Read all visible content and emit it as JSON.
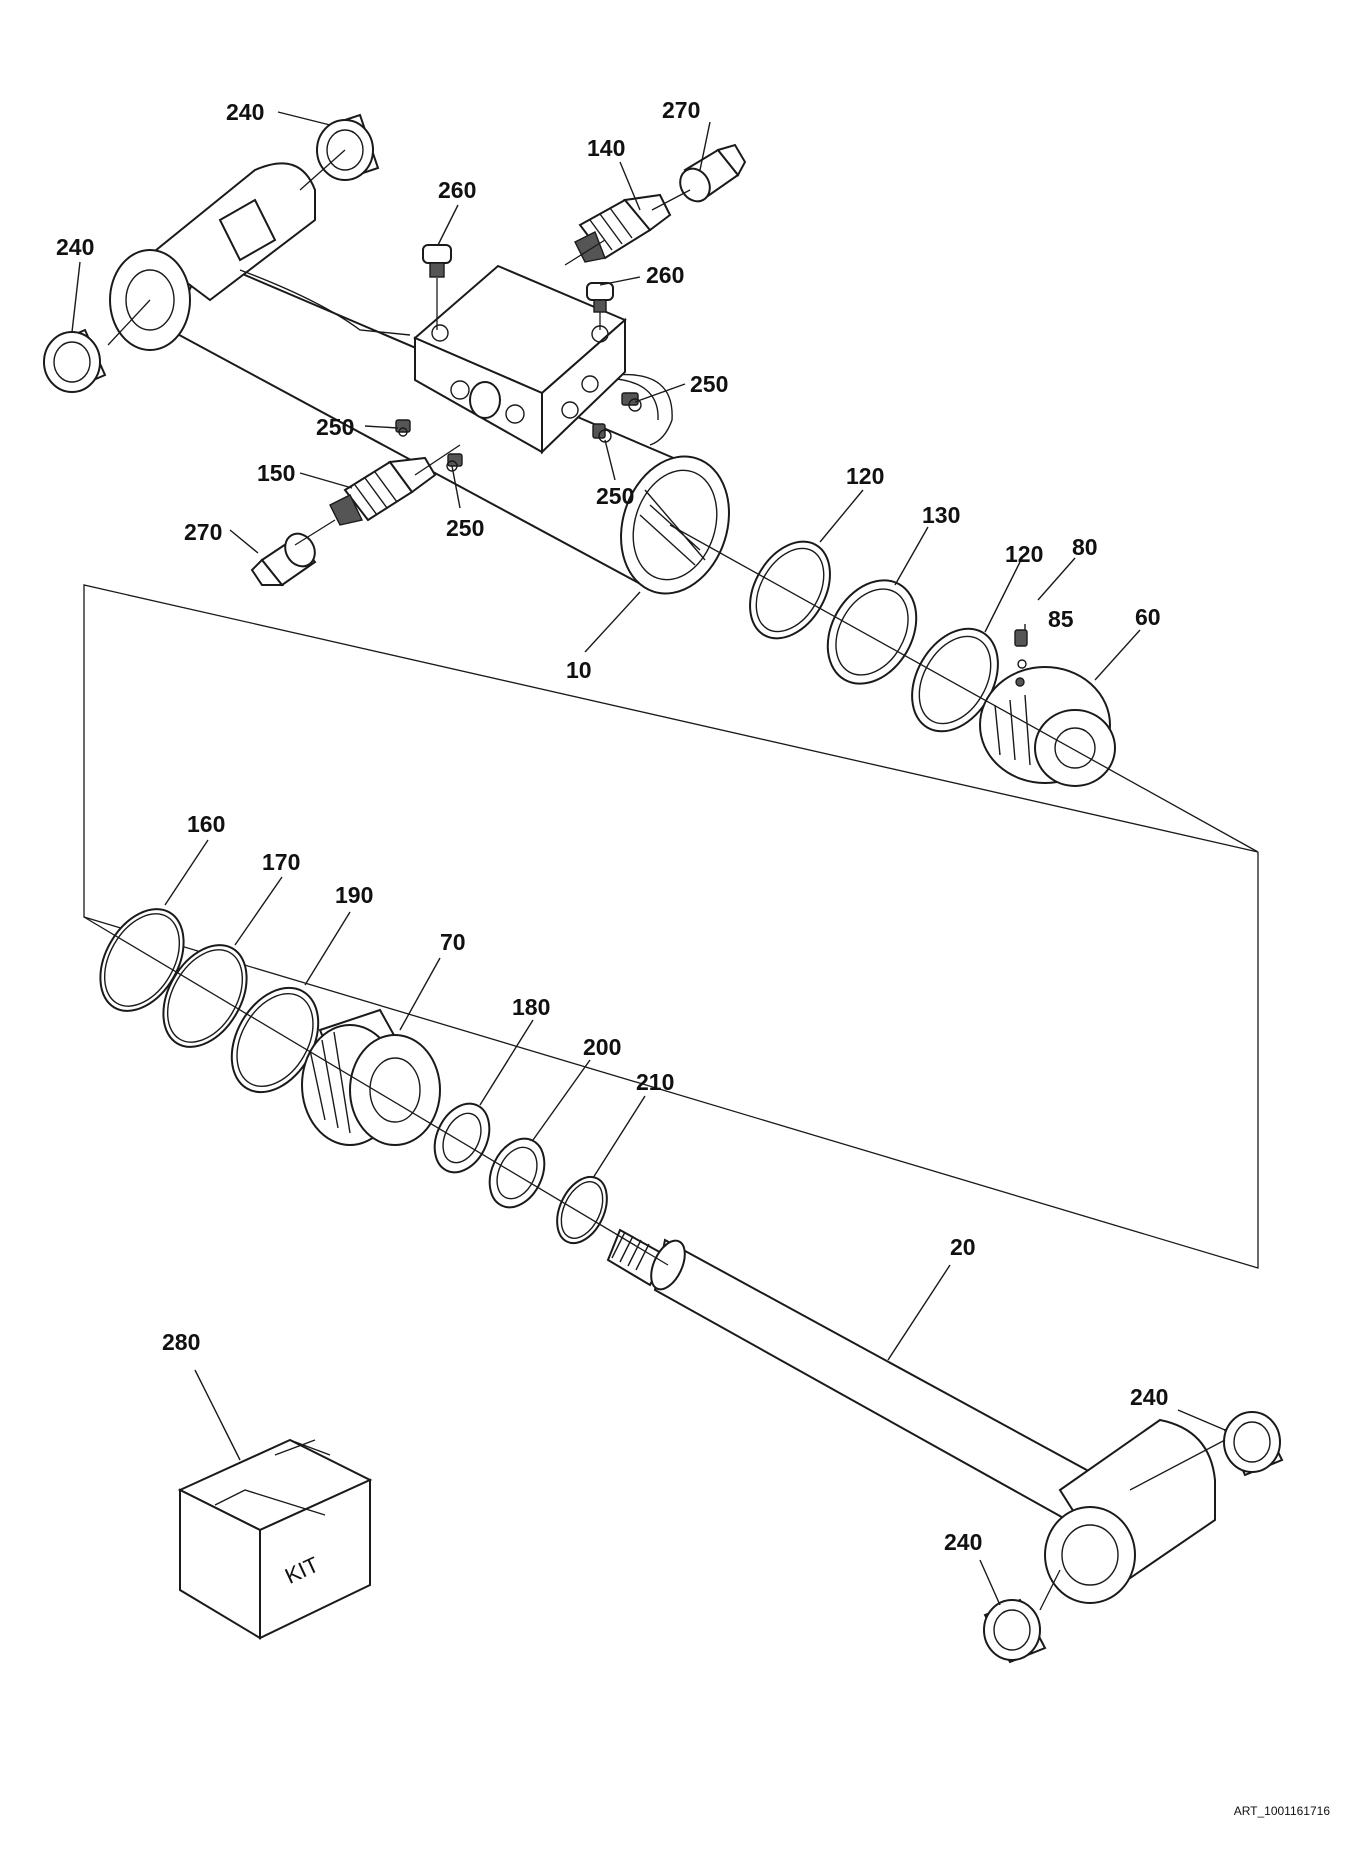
{
  "art_id": "ART_1001161716",
  "kit_label": "KIT",
  "callouts": [
    {
      "id": "c240a",
      "text": "240"
    },
    {
      "id": "c270a",
      "text": "270"
    },
    {
      "id": "c140",
      "text": "140"
    },
    {
      "id": "c260a",
      "text": "260"
    },
    {
      "id": "c240b",
      "text": "240"
    },
    {
      "id": "c260b",
      "text": "260"
    },
    {
      "id": "c250a",
      "text": "250"
    },
    {
      "id": "c250b",
      "text": "250"
    },
    {
      "id": "c150",
      "text": "150"
    },
    {
      "id": "c270b",
      "text": "270"
    },
    {
      "id": "c250c",
      "text": "250"
    },
    {
      "id": "c250d",
      "text": "250"
    },
    {
      "id": "c120a",
      "text": "120"
    },
    {
      "id": "c130",
      "text": "130"
    },
    {
      "id": "c120b",
      "text": "120"
    },
    {
      "id": "c80",
      "text": "80"
    },
    {
      "id": "c85",
      "text": "85"
    },
    {
      "id": "c60",
      "text": "60"
    },
    {
      "id": "c10",
      "text": "10"
    },
    {
      "id": "c160",
      "text": "160"
    },
    {
      "id": "c170",
      "text": "170"
    },
    {
      "id": "c190",
      "text": "190"
    },
    {
      "id": "c70",
      "text": "70"
    },
    {
      "id": "c180",
      "text": "180"
    },
    {
      "id": "c200",
      "text": "200"
    },
    {
      "id": "c210",
      "text": "210"
    },
    {
      "id": "c20",
      "text": "20"
    },
    {
      "id": "c280",
      "text": "280"
    },
    {
      "id": "c240c",
      "text": "240"
    },
    {
      "id": "c240d",
      "text": "240"
    }
  ]
}
